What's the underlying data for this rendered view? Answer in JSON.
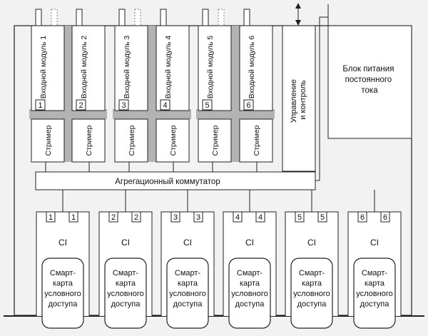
{
  "input_modules": [
    {
      "label": "Входной модуль 1",
      "num": "1"
    },
    {
      "label": "Входной модуль 2",
      "num": "2"
    },
    {
      "label": "Входной модуль 3",
      "num": "3"
    },
    {
      "label": "Входной модуль 4",
      "num": "4"
    },
    {
      "label": "Входной модуль 5",
      "num": "5"
    },
    {
      "label": "Входной модуль 6",
      "num": "6"
    }
  ],
  "streamer_label": "Стример",
  "control_label_line1": "Управление",
  "control_label_line2": "и контроль",
  "power_label_lines": [
    "Блок питания",
    "постоянного",
    "тока"
  ],
  "aggregation_label": "Агрегационный коммутатор",
  "ci_slots": [
    {
      "ci": "CI",
      "nums": [
        "1",
        "1"
      ]
    },
    {
      "ci": "CI",
      "nums": [
        "2",
        "2"
      ]
    },
    {
      "ci": "CI",
      "nums": [
        "3",
        "3"
      ]
    },
    {
      "ci": "CI",
      "nums": [
        "4",
        "4"
      ]
    },
    {
      "ci": "CI",
      "nums": [
        "5",
        "5"
      ]
    },
    {
      "ci": "CI",
      "nums": [
        "6",
        "6"
      ]
    }
  ],
  "smartcard_lines": [
    "Смарт-",
    "карта",
    "условного",
    "доступа"
  ],
  "colors": {
    "line": "#222222",
    "gray_bus": "#b3b3b3",
    "fill": "#ffffff",
    "bg": "#f2f2f2"
  }
}
